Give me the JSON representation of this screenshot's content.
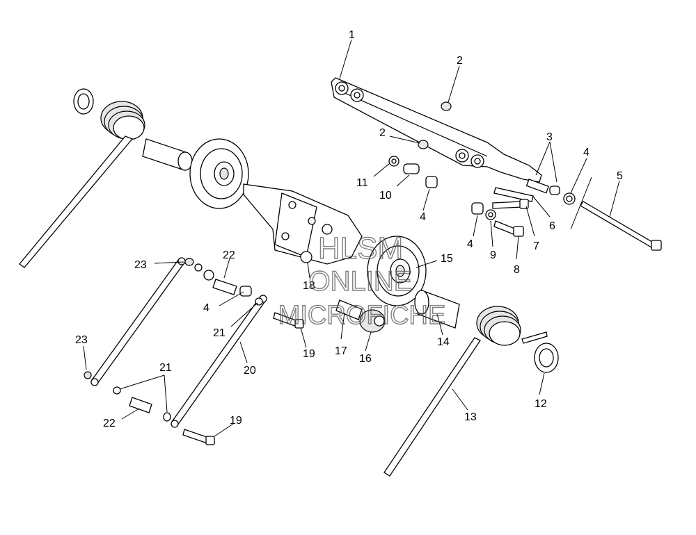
{
  "diagram": {
    "callouts": {
      "c1": "1",
      "c2a": "2",
      "c2b": "2",
      "c3": "3",
      "c4a": "4",
      "c4b": "4",
      "c4c": "4",
      "c4d": "4",
      "c5": "5",
      "c6": "6",
      "c7": "7",
      "c8": "8",
      "c9": "9",
      "c10": "10",
      "c11": "11",
      "c12": "12",
      "c13": "13",
      "c14": "14",
      "c15": "15",
      "c16": "16",
      "c17": "17",
      "c18": "18",
      "c19a": "19",
      "c19b": "19",
      "c20": "20",
      "c21a": "21",
      "c21b": "21",
      "c22a": "22",
      "c22b": "22",
      "c23a": "23",
      "c23b": "23"
    },
    "watermark": {
      "line1": "HLSM",
      "line2": "ONLINE",
      "line3": "MICROFICHE"
    }
  }
}
